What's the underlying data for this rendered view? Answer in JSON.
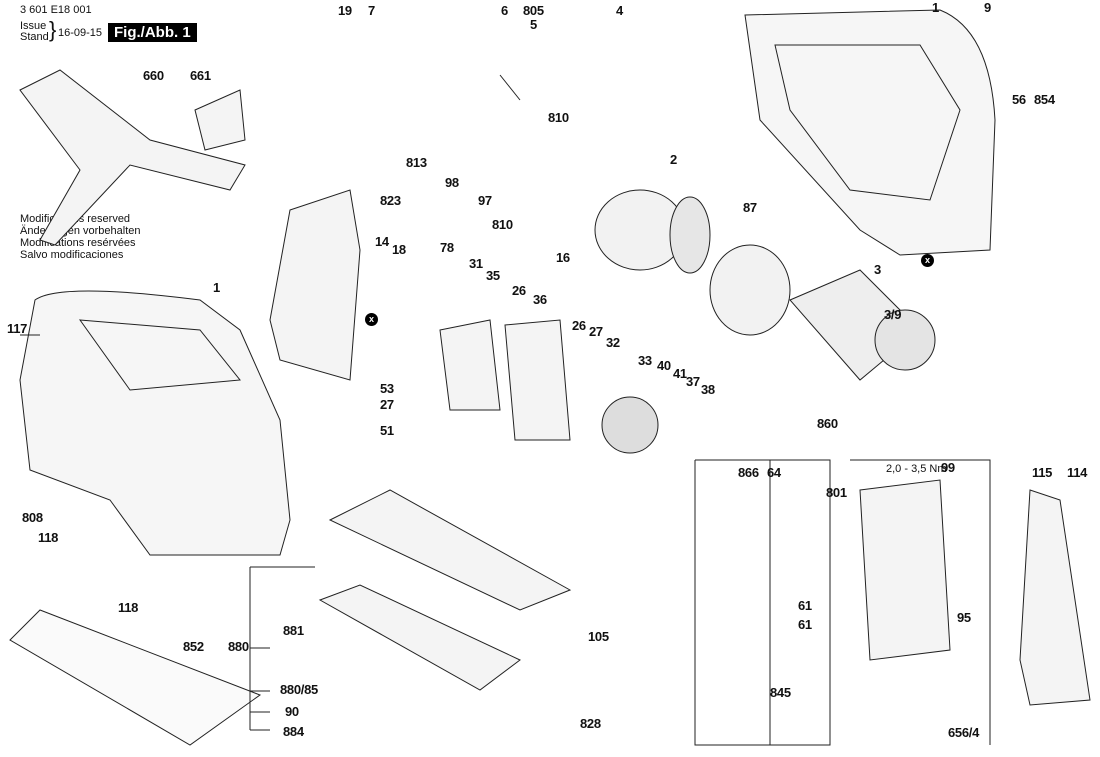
{
  "header": {
    "doc_number": "3 601 E18 001",
    "issue_label": "Issue",
    "stand_label": "Stand",
    "date": "16-09-15",
    "figure": "Fig./Abb. 1"
  },
  "notes": [
    "Modifications reserved",
    "Änderungen vorbehalten",
    "Modifications resérvées",
    "Salvo modificaciones"
  ],
  "torque": "2,0 - 3,5 Nm",
  "parts": {
    "p19": "19",
    "p7": "7",
    "p6": "6",
    "p805": "805",
    "p5": "5",
    "p4": "4",
    "p1a": "1",
    "p9": "9",
    "p660": "660",
    "p661": "661",
    "p810a": "810",
    "p813": "813",
    "p98": "98",
    "p97": "97",
    "p810b": "810",
    "p16": "16",
    "p2": "2",
    "p56": "56",
    "p854": "854",
    "p87": "87",
    "p823": "823",
    "p14": "14",
    "p18": "18",
    "p78": "78",
    "p31": "31",
    "p35": "35",
    "p26a": "26",
    "p36": "36",
    "p26b": "26",
    "p27a": "27",
    "p32": "32",
    "p3": "3",
    "p3_9": "3/9",
    "p117": "117",
    "p1b": "1",
    "p53": "53",
    "p27b": "27",
    "p51": "51",
    "p33": "33",
    "p40": "40",
    "p41": "41",
    "p37": "37",
    "p38": "38",
    "p860": "860",
    "p866": "866",
    "p64": "64",
    "p801": "801",
    "p99": "99",
    "p115": "115",
    "p114": "114",
    "p808": "808",
    "p118a": "118",
    "p118b": "118",
    "p880": "880",
    "p881": "881",
    "p880_85": "880/85",
    "p90": "90",
    "p884": "884",
    "p852": "852",
    "p105": "105",
    "p61a": "61",
    "p61b": "61",
    "p95": "95",
    "p845": "845",
    "p828": "828",
    "p656_4": "656/4"
  },
  "markers": {
    "x": "x"
  }
}
